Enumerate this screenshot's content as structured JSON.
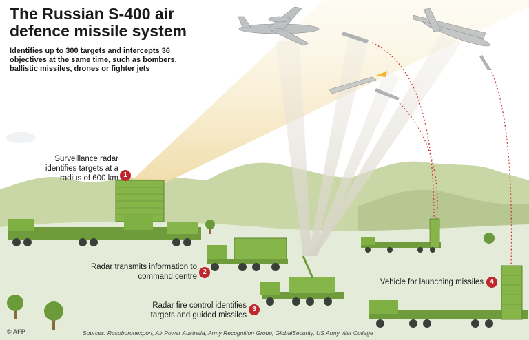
{
  "header": {
    "title": "The Russian S-400 air defence missile system",
    "subtitle": "Identifies up to 300 targets and intercepts 36 objectives at the same time, such as bombers, ballistic missiles, drones or fighter jets"
  },
  "steps": [
    {
      "number": "1",
      "text": "Surveillance radar identifies targets at a radius of 600 km"
    },
    {
      "number": "2",
      "text": "Radar transmits information to command centre"
    },
    {
      "number": "3",
      "text": "Radar fire control identifies targets and guided missiles"
    },
    {
      "number": "4",
      "text": "Vehicle for launching missiles"
    }
  ],
  "footer": {
    "credit": "© AFP",
    "sources": "Sources: Rosoboronexport, Air Power Australia, Army Recognition Group, GlobalSecurity, US Army War College"
  },
  "colors": {
    "badge": "#c0272d",
    "vehicle_green": "#7fb043",
    "hills": "#c9d6a6",
    "ground": "#e4ecd9",
    "beam": "#f3e4b4",
    "trail": "#d22e2e"
  }
}
